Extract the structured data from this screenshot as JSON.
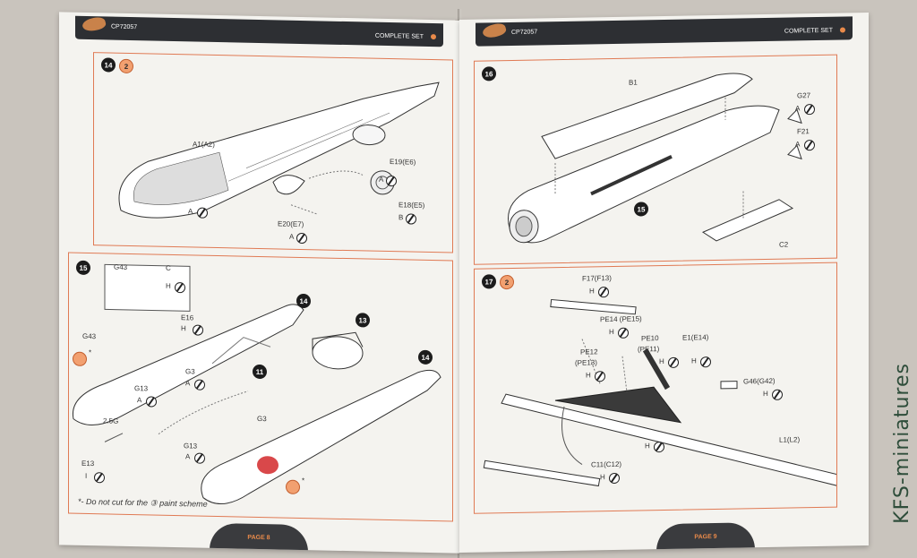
{
  "left": {
    "header": {
      "code": "CP72057",
      "title": "COMPLETE SET"
    },
    "step14": {
      "number": "14",
      "paint": "2",
      "labels": {
        "a1": "A1(A2)",
        "e19": "E19(E6)",
        "e18": "E18(E5)",
        "e20": "E20(E7)",
        "a_1": "A",
        "a_2": "A",
        "b_1": "B",
        "a_3": "A"
      }
    },
    "step15": {
      "number": "15",
      "ref14": "14",
      "ref13": "13",
      "ref14b": "14",
      "ref11": "11",
      "labels": {
        "g43_box": "G43",
        "c": "C",
        "h": "H",
        "g43": "G43",
        "e16": "E16",
        "h_2": "H",
        "g13": "G13",
        "a": "A",
        "g3": "G3",
        "a_2": "A",
        "g3b": "G3",
        "weight": "2.5G",
        "g13b": "G13",
        "a_3": "A",
        "e13": "E13",
        "i": "I",
        "star1": "*",
        "star2": "*"
      }
    },
    "footnote": "*- Do not cut for the ③ paint scheme",
    "footer": "PAGE 8"
  },
  "right": {
    "header": {
      "code": "CP72057",
      "title": "COMPLETE SET"
    },
    "step16": {
      "number": "16",
      "ref15": "15",
      "labels": {
        "b1": "B1",
        "g27": "G27",
        "a": "A",
        "f21": "F21",
        "a_2": "A",
        "c2": "C2"
      }
    },
    "step17": {
      "number": "17",
      "paint": "2",
      "labels": {
        "f17": "F17(F13)",
        "h1": "H",
        "pe14": "PE14 (PE15)",
        "h2": "H",
        "pe12": "PE12",
        "pe13": "(PE13)",
        "h3": "H",
        "pe10": "PE10",
        "pe11": "(PE11)",
        "h4": "H",
        "e1": "E1(E14)",
        "h5": "H",
        "g46": "G46(G42)",
        "h6": "H",
        "l1": "L1(L2)",
        "h7": "H",
        "c11": "C11(C12)",
        "h8": "H"
      }
    },
    "footer": "PAGE 9"
  },
  "watermark": "KFS-miniatures",
  "colors": {
    "accent": "#e07a54",
    "header": "#2d2f33",
    "paper": "#f4f3ef"
  }
}
